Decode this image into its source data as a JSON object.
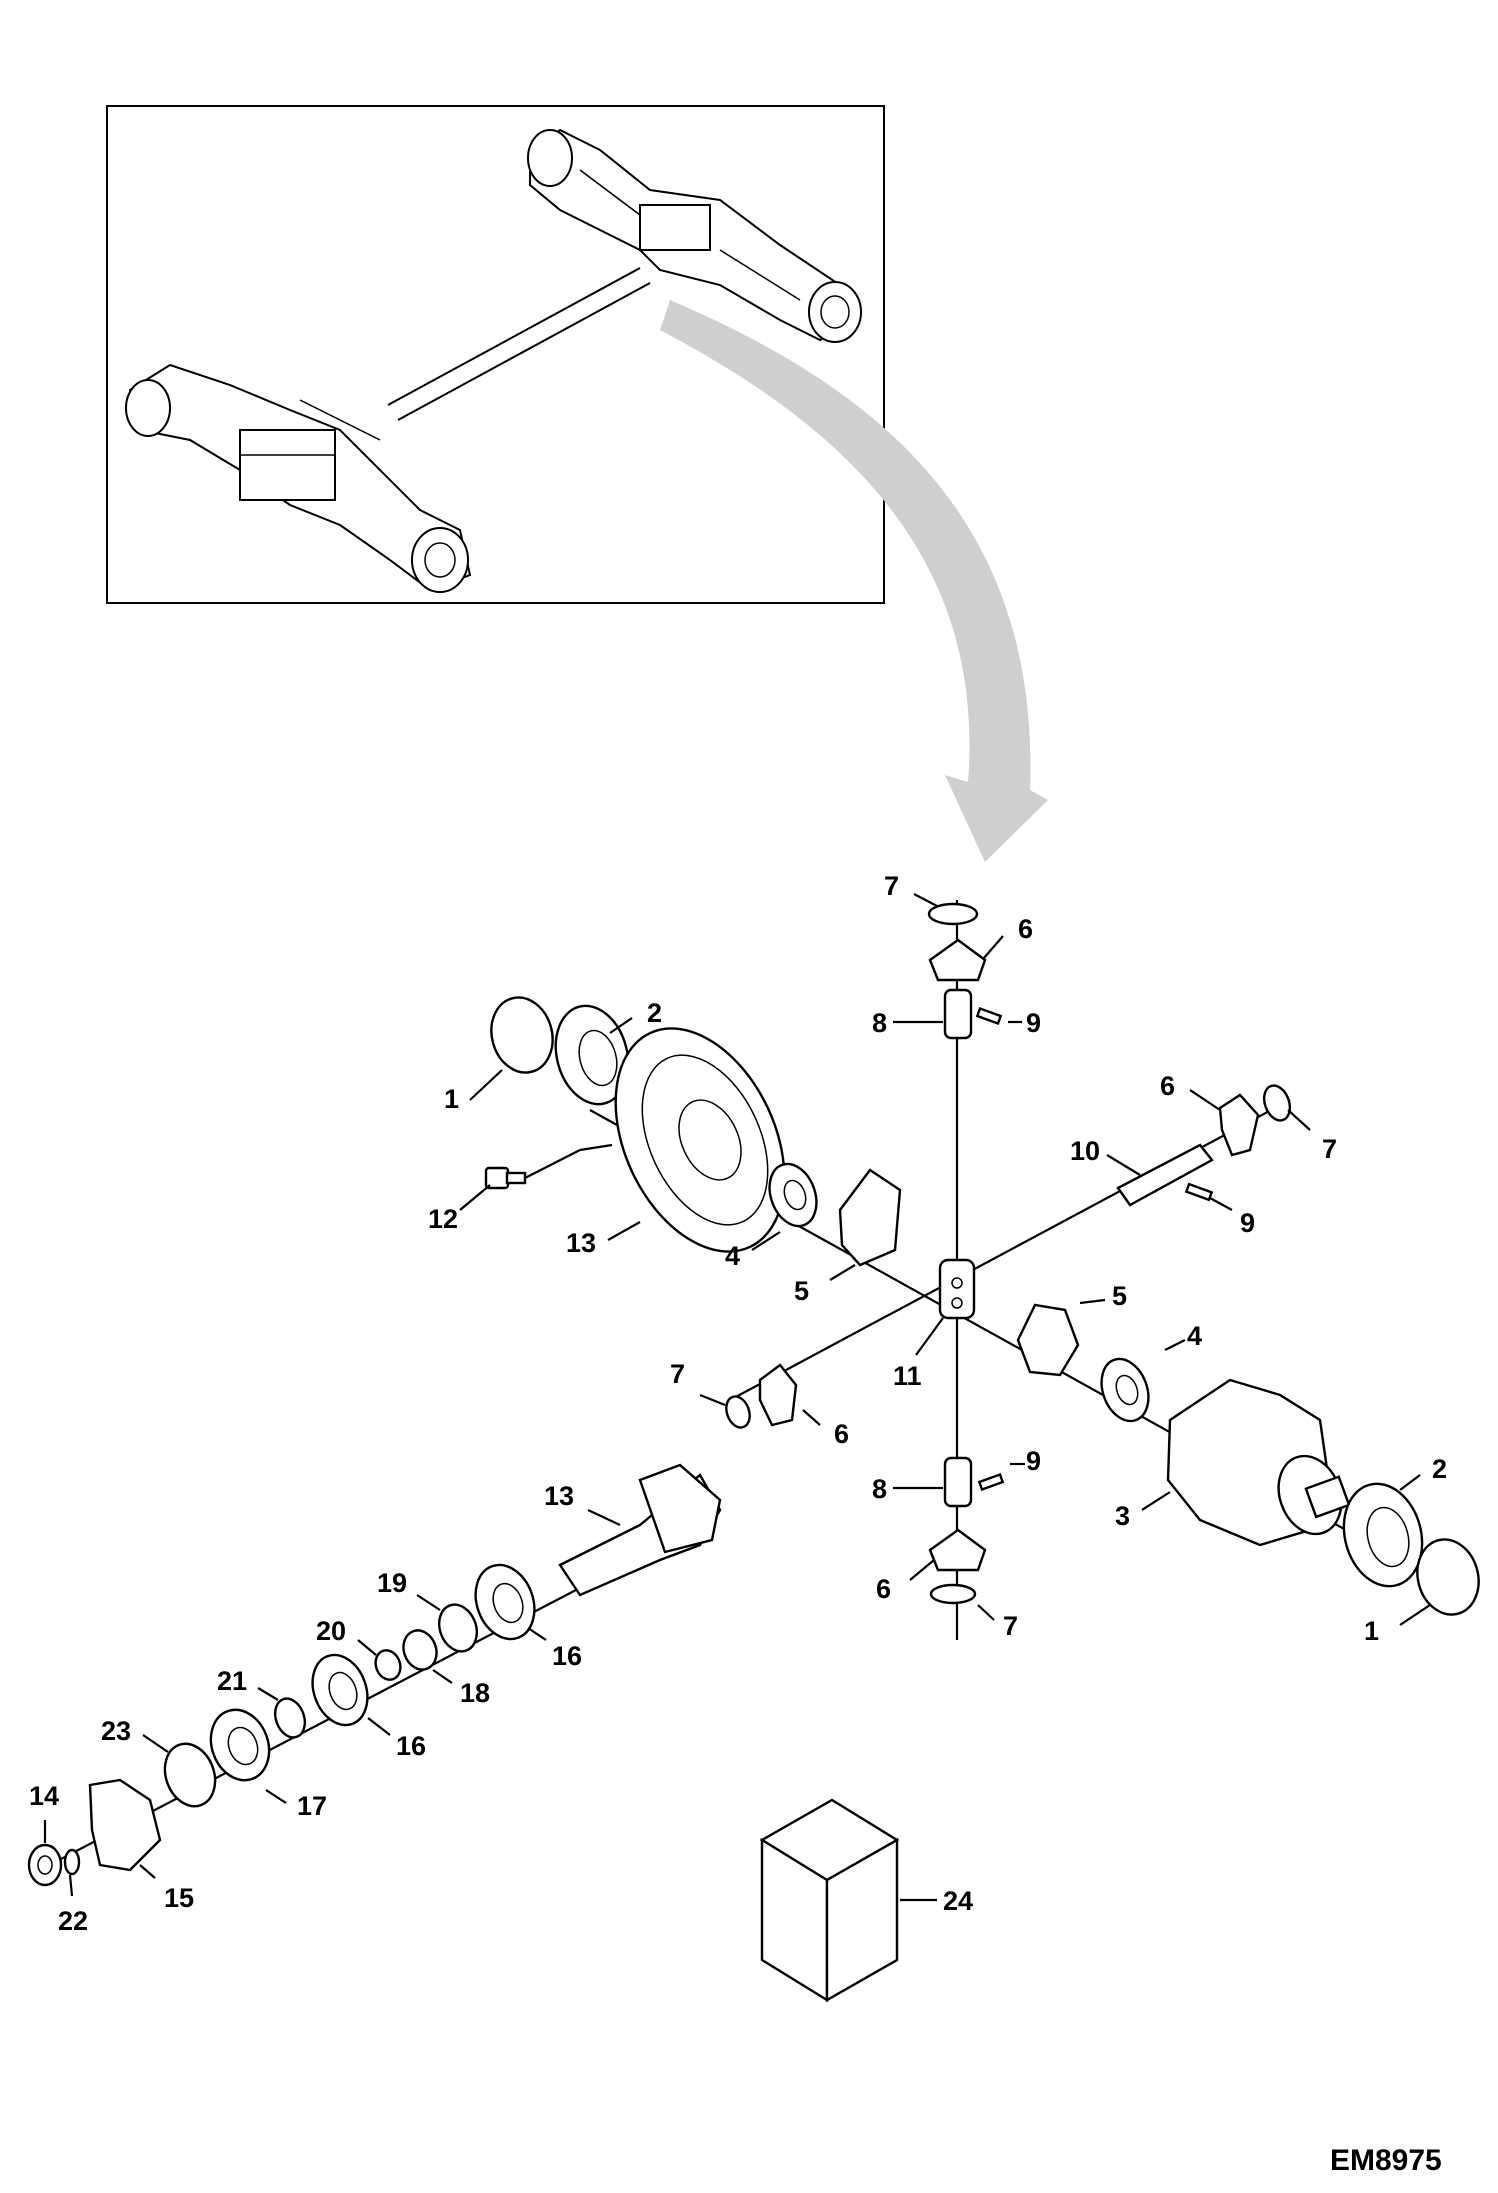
{
  "figure_code": "EM8975",
  "inset": {
    "description_icon": "axle-assembly-illustration"
  },
  "callouts": [
    {
      "id": "c7-top",
      "text": "7"
    },
    {
      "id": "c6-top",
      "text": "6"
    },
    {
      "id": "c8-top",
      "text": "8"
    },
    {
      "id": "c9-top",
      "text": "9"
    },
    {
      "id": "c2-left",
      "text": "2"
    },
    {
      "id": "c1-left",
      "text": "1"
    },
    {
      "id": "c6-right",
      "text": "6"
    },
    {
      "id": "c7-right",
      "text": "7"
    },
    {
      "id": "c10",
      "text": "10"
    },
    {
      "id": "c9-right",
      "text": "9"
    },
    {
      "id": "c12",
      "text": "12"
    },
    {
      "id": "c13-gear",
      "text": "13"
    },
    {
      "id": "c4-left",
      "text": "4"
    },
    {
      "id": "c5-left",
      "text": "5"
    },
    {
      "id": "c5-right",
      "text": "5"
    },
    {
      "id": "c4-right",
      "text": "4"
    },
    {
      "id": "c11",
      "text": "11"
    },
    {
      "id": "c7-left",
      "text": "7"
    },
    {
      "id": "c6-left",
      "text": "6"
    },
    {
      "id": "c8-bottom",
      "text": "8"
    },
    {
      "id": "c9-bottom",
      "text": "9"
    },
    {
      "id": "c3",
      "text": "3"
    },
    {
      "id": "c2-right",
      "text": "2"
    },
    {
      "id": "c1-right",
      "text": "1"
    },
    {
      "id": "c6-bottom",
      "text": "6"
    },
    {
      "id": "c7-bottom",
      "text": "7"
    },
    {
      "id": "c13-pinion",
      "text": "13"
    },
    {
      "id": "c19",
      "text": "19"
    },
    {
      "id": "c16-top",
      "text": "16"
    },
    {
      "id": "c20",
      "text": "20"
    },
    {
      "id": "c18",
      "text": "18"
    },
    {
      "id": "c21",
      "text": "21"
    },
    {
      "id": "c16-bottom",
      "text": "16"
    },
    {
      "id": "c23",
      "text": "23"
    },
    {
      "id": "c17",
      "text": "17"
    },
    {
      "id": "c14",
      "text": "14"
    },
    {
      "id": "c22",
      "text": "22"
    },
    {
      "id": "c15",
      "text": "15"
    },
    {
      "id": "c24",
      "text": "24"
    }
  ]
}
